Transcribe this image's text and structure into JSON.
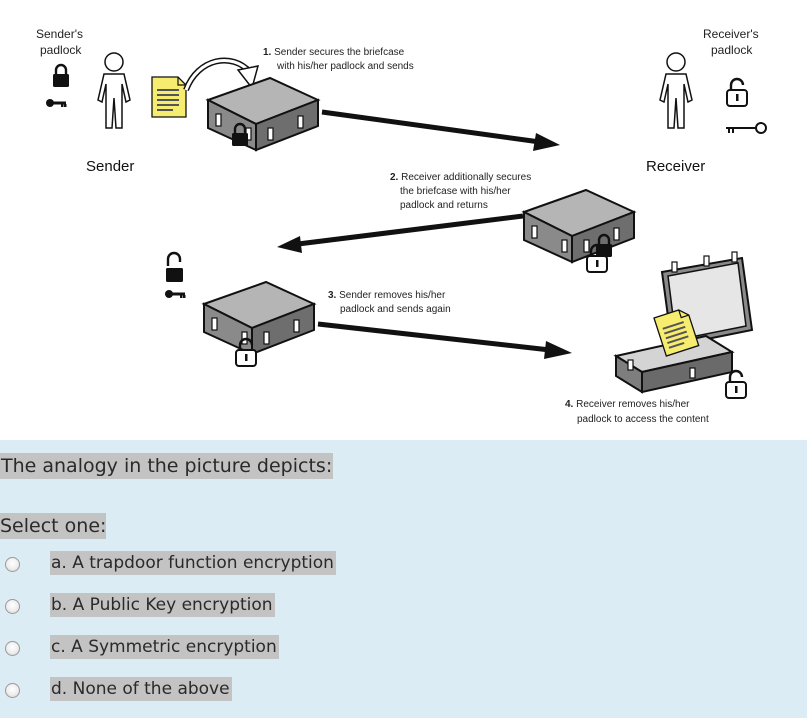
{
  "diagram": {
    "sender_padlock_label": [
      "Sender's",
      "padlock"
    ],
    "receiver_padlock_label": [
      "Receiver's",
      "padlock"
    ],
    "sender_label": "Sender",
    "receiver_label": "Receiver",
    "steps": [
      {
        "number": "1.",
        "lines": [
          "Sender secures the briefcase",
          "with his/her padlock and sends"
        ]
      },
      {
        "number": "2.",
        "lines": [
          "Receiver additionally secures",
          "the briefcase with his/her",
          "padlock and returns"
        ]
      },
      {
        "number": "3.",
        "lines": [
          "Sender removes his/her",
          "padlock and sends again"
        ]
      },
      {
        "number": "4.",
        "lines": [
          "Receiver removes his/her",
          "padlock to access the content"
        ]
      }
    ]
  },
  "quiz": {
    "question": "The analogy in the picture depicts:",
    "select_label": "Select one:",
    "options": [
      {
        "label": "a. A trapdoor function encryption"
      },
      {
        "label": "b. A Public Key encryption"
      },
      {
        "label": "c. A Symmetric encryption"
      },
      {
        "label": "d. None of the above"
      }
    ]
  }
}
